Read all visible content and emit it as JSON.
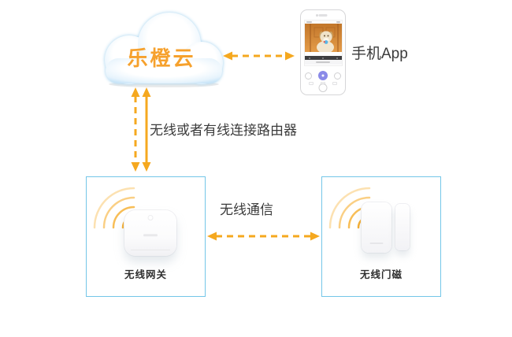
{
  "diagram": {
    "cloud": {
      "label": "乐橙云"
    },
    "mobile_app": {
      "label": "手机App"
    },
    "cloud_gateway_link": {
      "label": "无线或者有线连接路由器"
    },
    "gateway_sensor_link": {
      "label": "无线通信"
    },
    "gateway": {
      "label": "无线网关"
    },
    "door_sensor": {
      "label": "无线门磁"
    }
  },
  "colors": {
    "accent_orange": "#F5A81F",
    "cloud_text_orange": "#F6A12D",
    "box_border_blue": "#74C6E8",
    "text_dark": "#3B3B3B",
    "label_dark": "#2E2E2E"
  }
}
